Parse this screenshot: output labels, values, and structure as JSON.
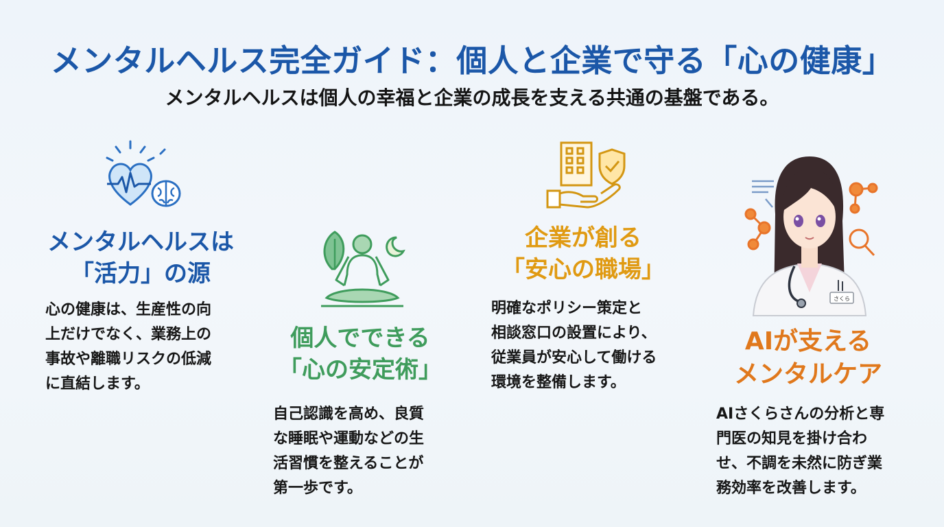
{
  "title": "メンタルヘルス完全ガイド：個人と企業で守る「心の健康」",
  "subtitle": "メンタルヘルスは個人の幸福と企業の成長を支える共通の基盤である。",
  "colors": {
    "title": "#1b57a8",
    "col1": "#1b57a8",
    "col2": "#3f9c5c",
    "col3": "#e09a12",
    "col4": "#e0781c"
  },
  "columns": [
    {
      "icon": "heart-brain-icon",
      "heading": [
        "メンタルヘルスは",
        "「活力」の源"
      ],
      "body": [
        "心の健康は、生産性の向",
        "上だけでなく、業務上の",
        "事故や離職リスクの低減",
        "に直結します。"
      ]
    },
    {
      "icon": "meditation-icon",
      "heading": [
        "個人でできる",
        "「心の安定術」"
      ],
      "body": [
        "自己認識を高め、良質",
        "な睡眠や運動などの生",
        "活習慣を整えることが",
        "第一歩です。"
      ]
    },
    {
      "icon": "building-shield-hand-icon",
      "heading": [
        "企業が創る",
        "「安心の職場」"
      ],
      "body": [
        "明確なポリシー策定と",
        "相談窓口の設置により、",
        "従業員が安心して働ける",
        "環境を整備します。"
      ]
    },
    {
      "icon": "doctor-avatar-icon",
      "badge": "さくら",
      "heading": [
        "AIが支える",
        "メンタルケア"
      ],
      "body": [
        "AIさくらさんの分析と専",
        "門医の知見を掛け合わ",
        "せ、不調を未然に防ぎ業",
        "務効率を改善します。"
      ]
    }
  ]
}
